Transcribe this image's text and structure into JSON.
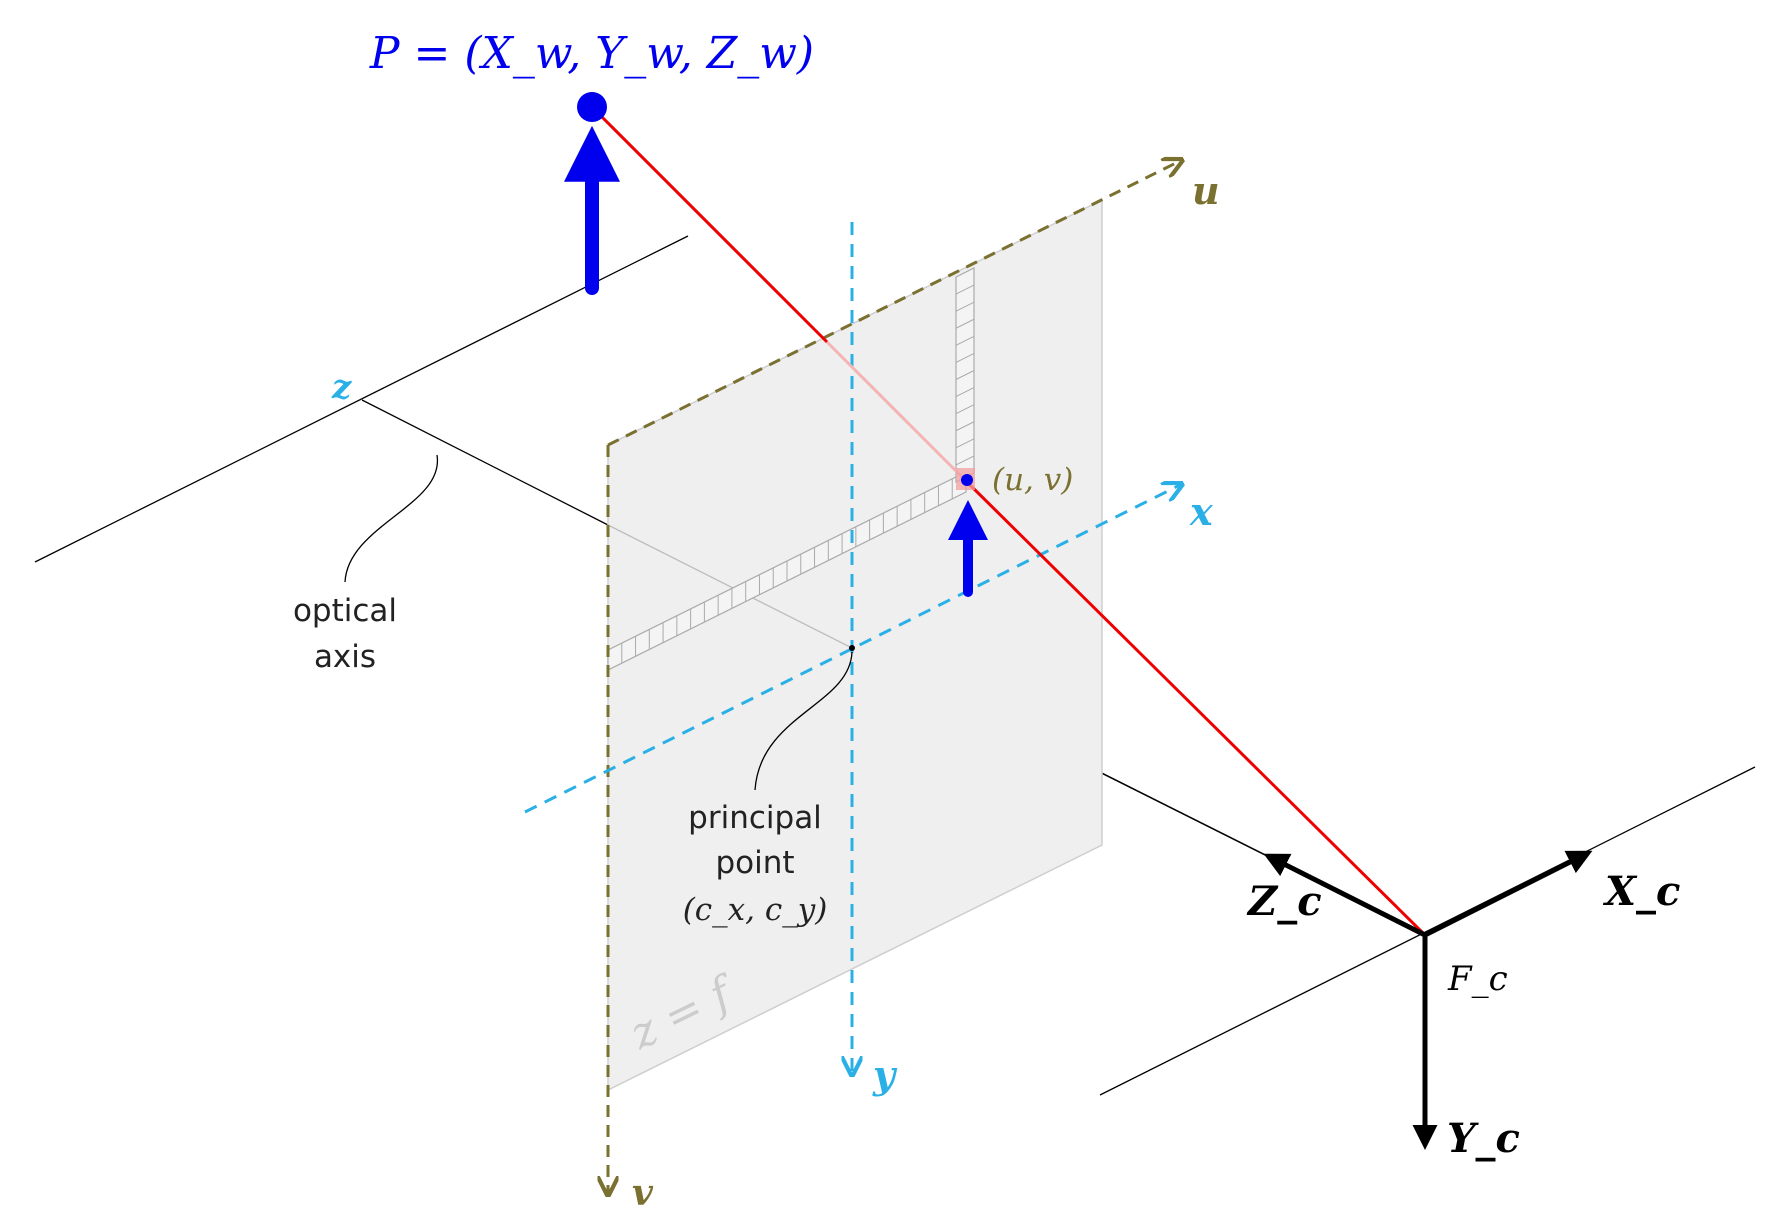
{
  "colors": {
    "world_point": "#0000ee",
    "projection_ray": "#ee0000",
    "pixel_axes": "#7a7030",
    "image_axes": "#2ab0e6",
    "camera_frame": "#000000",
    "image_plane_fill": "#efefef",
    "image_plane_edge": "#cfcfcf"
  },
  "labels": {
    "world_point": "P = (X_w, Y_w, Z_w)",
    "pixel_point": "(u, v)",
    "u_axis": "u",
    "v_axis": "v",
    "x_axis": "x",
    "y_axis": "y",
    "z_axis": "z",
    "camera_x": "X_c",
    "camera_y": "Y_c",
    "camera_z": "Z_c",
    "camera_frame": "F_c",
    "optical_axis_line1": "optical",
    "optical_axis_line2": "axis",
    "principal_point_line1": "principal",
    "principal_point_line2": "point",
    "principal_point_coords": "(c_x, c_y)",
    "image_plane": "z = f"
  }
}
